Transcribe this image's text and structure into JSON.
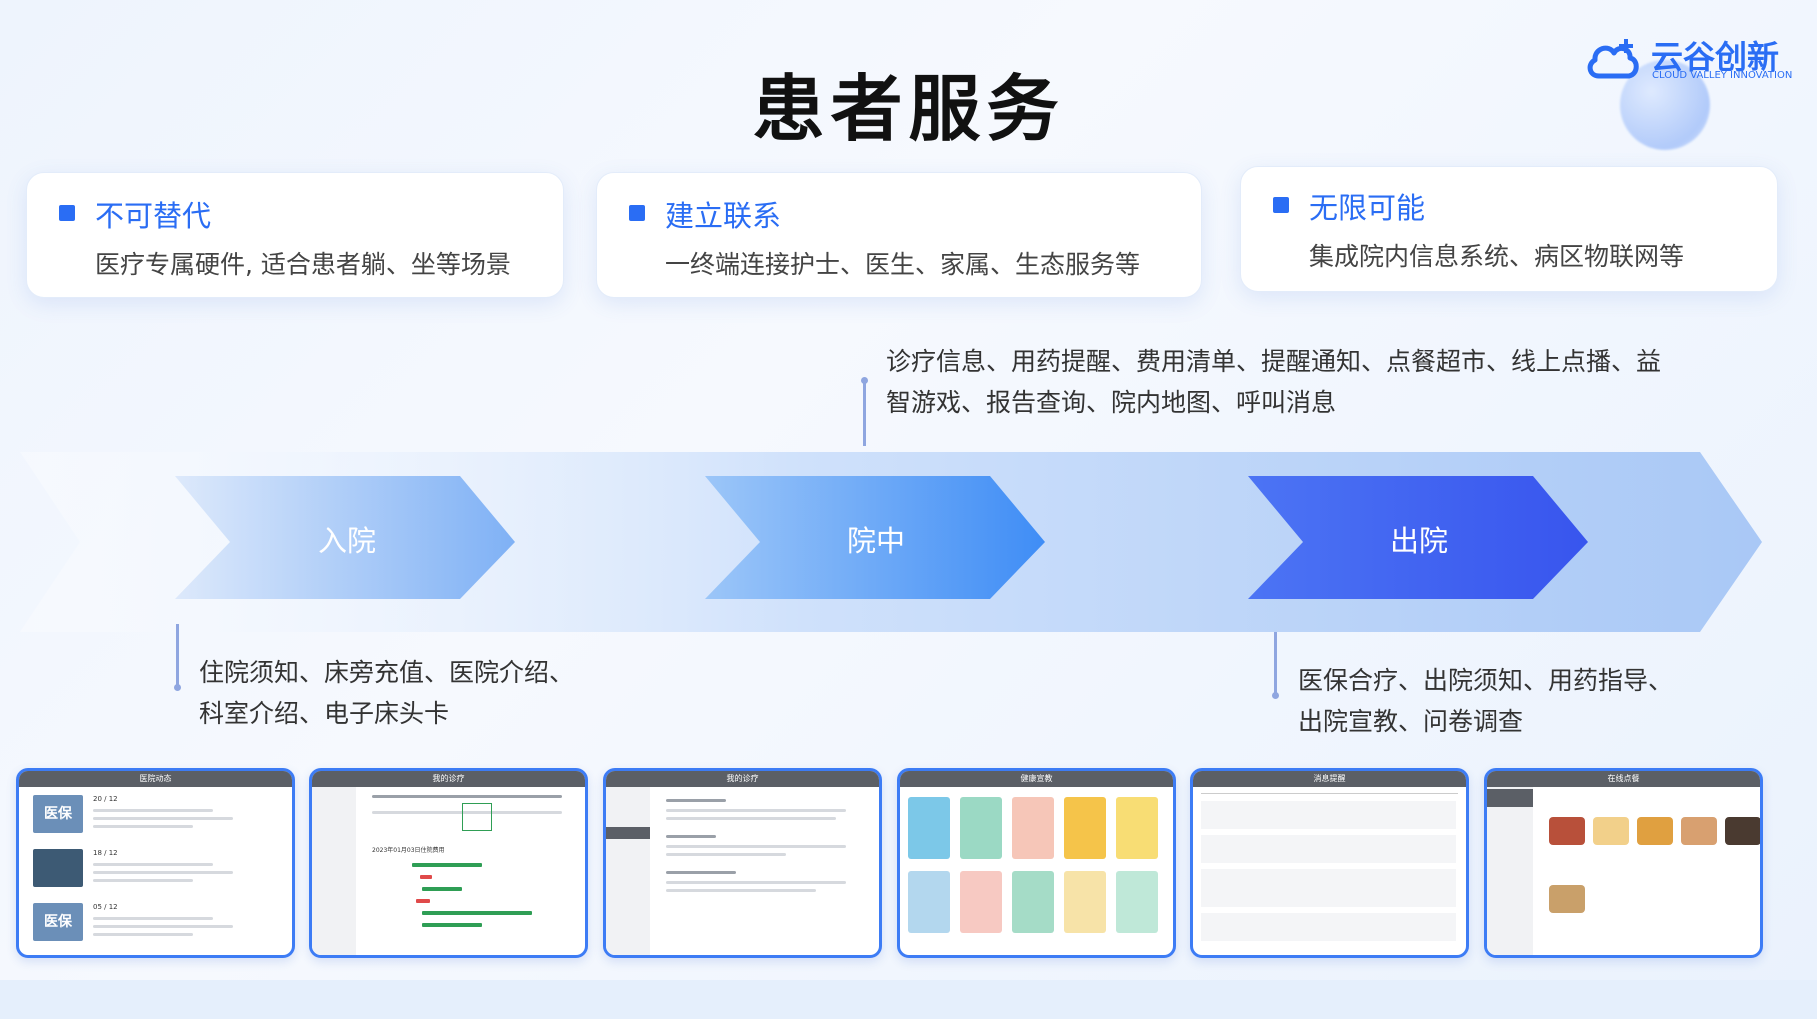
{
  "title": "患者服务",
  "logo": {
    "name_cn": "云谷创新",
    "name_en": "CLOUD VALLEY INNOVATION",
    "icon": "cloud-plus-icon",
    "color": "#2a6df4"
  },
  "features": [
    {
      "title": "不可替代",
      "desc": "医疗专属硬件, 适合患者躺、坐等场景"
    },
    {
      "title": "建立联系",
      "desc": "一终端连接护士、医生、家属、生态服务等"
    },
    {
      "title": "无限可能",
      "desc": "集成院内信息系统、病区物联网等"
    }
  ],
  "stages": [
    {
      "label": "入院",
      "color": "#7fb1f5"
    },
    {
      "label": "院中",
      "color": "#4b95f6"
    },
    {
      "label": "出院",
      "color": "#3a63f0"
    }
  ],
  "notes": {
    "admission": [
      "住院须知、床旁充值、医院介绍、",
      "科室介绍、电子床头卡"
    ],
    "inpatient": [
      "诊疗信息、用药提醒、费用清单、提醒通知、点餐超市、线上点播、益",
      "智游戏、报告查询、院内地图、呼叫消息"
    ],
    "discharge": [
      "医保合疗、出院须知、用药指导、",
      "出院宣教、问卷调查"
    ]
  },
  "thumbnails": [
    {
      "header": "医院动态",
      "items": [
        {
          "date": "20 / 12",
          "badge": "医保"
        },
        {
          "date": "18 / 12",
          "badge": ""
        },
        {
          "date": "05 / 12",
          "badge": "医保"
        }
      ]
    },
    {
      "header": "我的诊疗",
      "chart_caption": "2023年01月03日住院费用"
    },
    {
      "header": "我的诊疗"
    },
    {
      "header": "健康宣教"
    },
    {
      "header": "消息提醒"
    },
    {
      "header": "在线点餐"
    }
  ]
}
